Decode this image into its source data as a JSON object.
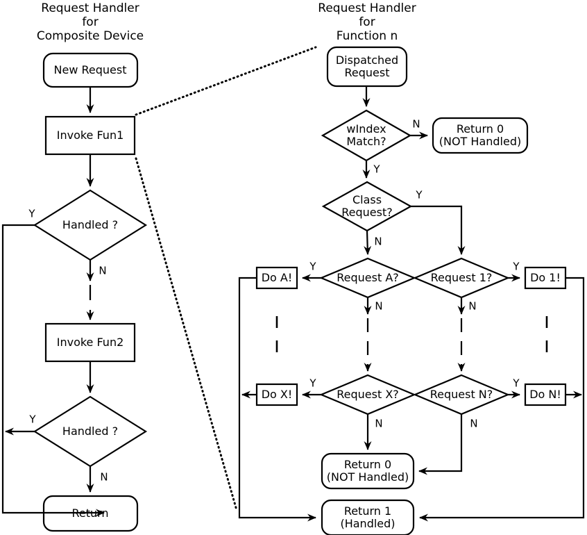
{
  "diagram": {
    "type": "flowchart",
    "titles": [
      {
        "id": "left-title",
        "text": "Request Handler\nfor\nComposite Device"
      },
      {
        "id": "right-title",
        "text": "Request Handler\nfor\nFunction n"
      }
    ],
    "left_column": {
      "nodes": [
        {
          "id": "new-request",
          "shape": "rounded-rect",
          "text": "New Request"
        },
        {
          "id": "invoke-fun1",
          "shape": "rect",
          "text": "Invoke Fun1"
        },
        {
          "id": "handled-1",
          "shape": "diamond",
          "text": "Handled ?"
        },
        {
          "id": "invoke-fun2",
          "shape": "rect",
          "text": "Invoke Fun2"
        },
        {
          "id": "handled-2",
          "shape": "diamond",
          "text": "Handled ?"
        },
        {
          "id": "return",
          "shape": "rounded-rect",
          "text": "Return"
        }
      ],
      "branch_labels": [
        {
          "id": "handled-1-yes",
          "text": "Y"
        },
        {
          "id": "handled-1-no",
          "text": "N"
        },
        {
          "id": "handled-2-yes",
          "text": "Y"
        },
        {
          "id": "handled-2-no",
          "text": "N"
        }
      ]
    },
    "right_column": {
      "nodes": [
        {
          "id": "dispatched-request",
          "shape": "rounded-rect",
          "text": "Dispatched\nRequest"
        },
        {
          "id": "windex-match",
          "shape": "diamond",
          "text": "wIndex\nMatch?"
        },
        {
          "id": "return0-top",
          "shape": "rounded-rect",
          "text": "Return 0\n(NOT Handled)"
        },
        {
          "id": "class-request",
          "shape": "diamond",
          "text": "Class\nRequest?"
        },
        {
          "id": "request-a",
          "shape": "diamond",
          "text": "Request A?"
        },
        {
          "id": "request-1",
          "shape": "diamond",
          "text": "Request 1?"
        },
        {
          "id": "do-a",
          "shape": "rect",
          "text": "Do A!"
        },
        {
          "id": "do-1",
          "shape": "rect",
          "text": "Do 1!"
        },
        {
          "id": "request-x",
          "shape": "diamond",
          "text": "Request X?"
        },
        {
          "id": "request-n",
          "shape": "diamond",
          "text": "Request N?"
        },
        {
          "id": "do-x",
          "shape": "rect",
          "text": "Do X!"
        },
        {
          "id": "do-n",
          "shape": "rect",
          "text": "Do N!"
        },
        {
          "id": "return0-bottom",
          "shape": "rounded-rect",
          "text": "Return 0\n(NOT Handled)"
        },
        {
          "id": "return1-bottom",
          "shape": "rounded-rect",
          "text": "Return 1\n(Handled)"
        }
      ],
      "branch_labels": [
        {
          "id": "windex-no",
          "text": "N"
        },
        {
          "id": "windex-yes",
          "text": "Y"
        },
        {
          "id": "class-yes",
          "text": "Y"
        },
        {
          "id": "class-no",
          "text": "N"
        },
        {
          "id": "request-a-yes",
          "text": "Y"
        },
        {
          "id": "request-a-no",
          "text": "N"
        },
        {
          "id": "request-1-yes",
          "text": "Y"
        },
        {
          "id": "request-1-no",
          "text": "N"
        },
        {
          "id": "request-x-yes",
          "text": "Y"
        },
        {
          "id": "request-x-no",
          "text": "N"
        },
        {
          "id": "request-n-yes",
          "text": "Y"
        },
        {
          "id": "request-n-no",
          "text": "N"
        }
      ]
    },
    "colors": {
      "stroke": "#000000",
      "fill": "#ffffff",
      "text": "#000000"
    }
  }
}
